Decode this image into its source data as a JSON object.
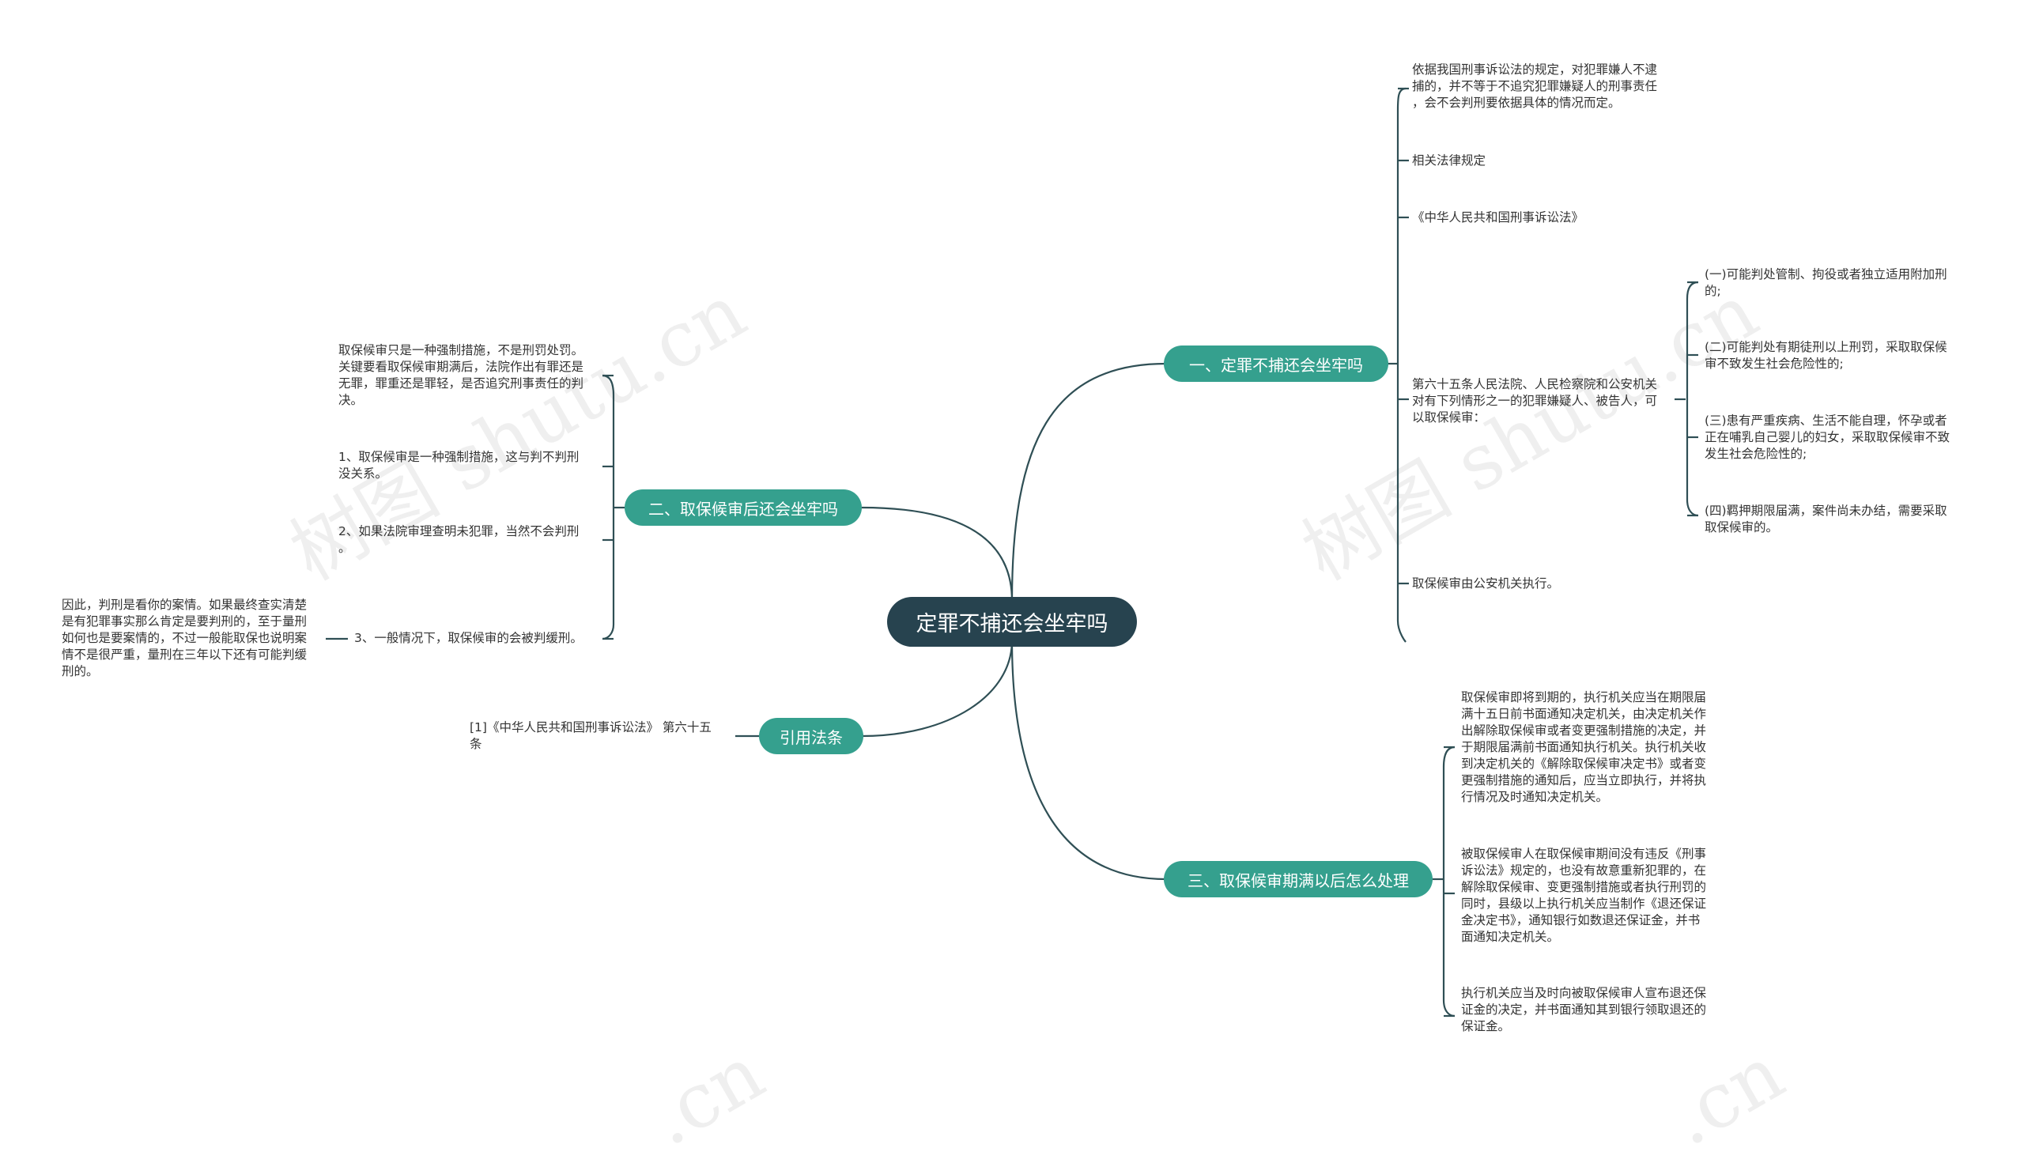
{
  "root": "定罪不捕还会坐牢吗",
  "branches": {
    "b1": "一、定罪不捕还会坐牢吗",
    "b2": "二、取保候审后还会坐牢吗",
    "b3": "三、取保候审期满以后怎么处理",
    "b4": "引用法条"
  },
  "b1_leaves": {
    "l1": "依据我国刑事诉讼法的规定，对犯罪嫌人不逮\n捕的，并不等于不追究犯罪嫌疑人的刑事责任\n，会不会判刑要依据具体的情况而定。",
    "l2": "相关法律规定",
    "l3": "《中华人民共和国刑事诉讼法》",
    "l4": "第六十五条人民法院、人民检察院和公安机关\n对有下列情形之一的犯罪嫌疑人、被告人，可\n以取保候审：",
    "l5": "取保候审由公安机关执行。",
    "sub": {
      "s1": "(一)可能判处管制、拘役或者独立适用附加刑\n的;",
      "s2": "(二)可能判处有期徒刑以上刑罚，采取取保候\n审不致发生社会危险性的;",
      "s3": "(三)患有严重疾病、生活不能自理，怀孕或者\n正在哺乳自己婴儿的妇女，采取取保候审不致\n发生社会危险性的;",
      "s4": "(四)羁押期限届满，案件尚未办结，需要采取\n取保候审的。"
    }
  },
  "b2_leaves": {
    "l1": "取保候审只是一种强制措施，不是刑罚处罚。\n关键要看取保候审期满后，法院作出有罪还是\n无罪，罪重还是罪轻，是否追究刑事责任的判\n决。",
    "l2": "1、取保候审是一种强制措施，这与判不判刑\n没关系。",
    "l3": "2、如果法院审理查明未犯罪，当然不会判刑\n。",
    "l4": "3、一般情况下，取保候审的会被判缓刑。",
    "l4_sub": "因此，判刑是看你的案情。如果最终查实清楚\n是有犯罪事实那么肯定是要判刑的，至于量刑\n如何也是要案情的，不过一般能取保也说明案\n情不是很严重，量刑在三年以下还有可能判缓\n刑的。"
  },
  "b3_leaves": {
    "l1": "取保候审即将到期的，执行机关应当在期限届\n满十五日前书面通知决定机关，由决定机关作\n出解除取保候审或者变更强制措施的决定，并\n于期限届满前书面通知执行机关。执行机关收\n到决定机关的《解除取保候审决定书》或者变\n更强制措施的通知后，应当立即执行，并将执\n行情况及时通知决定机关。",
    "l2": "被取保候审人在取保候审期间没有违反《刑事\n诉讼法》规定的，也没有故意重新犯罪的，在\n解除取保候审、变更强制措施或者执行刑罚的\n同时，县级以上执行机关应当制作《退还保证\n金决定书》，通知银行如数退还保证金，并书\n面通知决定机关。",
    "l3": "执行机关应当及时向被取保候审人宣布退还保\n证金的决定，并书面通知其到银行领取退还的\n保证金。"
  },
  "b4_leaves": {
    "l1": "[1]《中华人民共和国刑事诉讼法》 第六十五\n条"
  },
  "watermarks": [
    "树图 shutu.cn",
    "树图 shutu.cn",
    ".cn",
    ".cn"
  ],
  "colors": {
    "root_bg": "#27434f",
    "branch_bg": "#35a08e",
    "line": "#2f4f55",
    "text": "#333333"
  }
}
